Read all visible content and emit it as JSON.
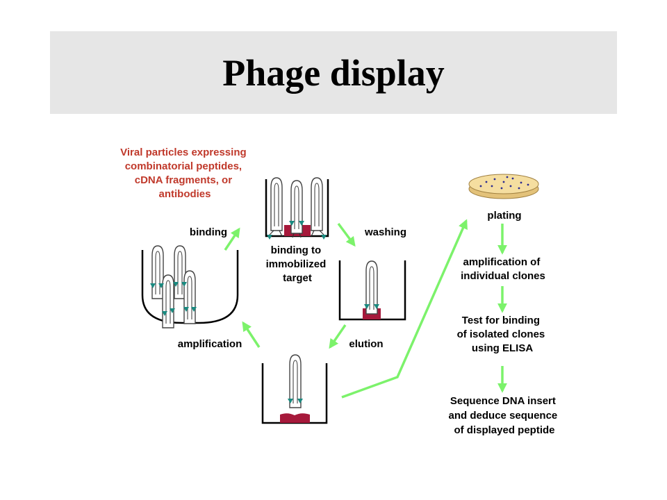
{
  "title": "Phage display",
  "colors": {
    "title_band": "#e6e6e6",
    "intro_text": "#c0392b",
    "arrow": "#7cf26b",
    "target": "#a6193b",
    "tip": "#1a8a80",
    "dish": "#f5dea0",
    "dish_dots": "#2a2a90"
  },
  "labels": {
    "intro": [
      "Viral particles expressing",
      "combinatorial peptides,",
      "cDNA fragments, or",
      "antibodies"
    ],
    "binding": "binding",
    "binding_target": [
      "binding to",
      "immobilized",
      "target"
    ],
    "washing": "washing",
    "elution": "elution",
    "amplification": "amplification",
    "plating": "plating",
    "amplification_clones": [
      "amplification of",
      "individual clones"
    ],
    "test_binding": [
      "Test for binding",
      "of isolated clones",
      "using ELISA"
    ],
    "sequence": [
      "Sequence DNA insert",
      "and deduce sequence",
      "of displayed peptide"
    ]
  }
}
